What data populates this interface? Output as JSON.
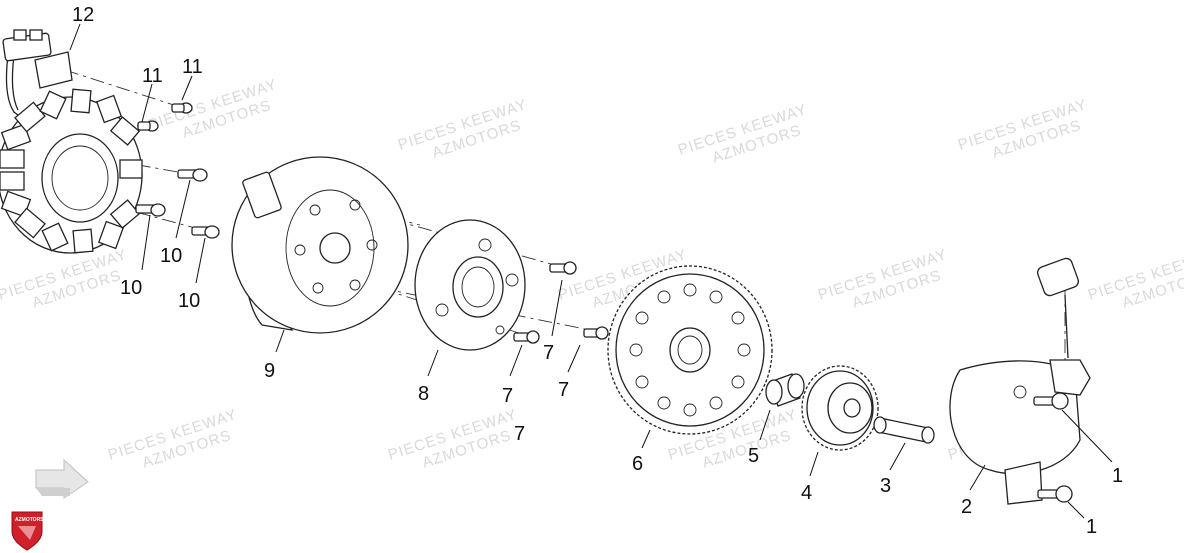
{
  "watermark": {
    "line1": "PIECES KEEWAY",
    "line2": "AZMOTORS"
  },
  "logo": {
    "text": "AZMOTORS",
    "color": "#d0202a"
  },
  "callouts": [
    {
      "id": "c12",
      "text": "12"
    },
    {
      "id": "c11a",
      "text": "11"
    },
    {
      "id": "c11b",
      "text": "11"
    },
    {
      "id": "c10a",
      "text": "10"
    },
    {
      "id": "c10b",
      "text": "10"
    },
    {
      "id": "c10c",
      "text": "10"
    },
    {
      "id": "c9",
      "text": "9"
    },
    {
      "id": "c8",
      "text": "8"
    },
    {
      "id": "c7a",
      "text": "7"
    },
    {
      "id": "c7b",
      "text": "7"
    },
    {
      "id": "c7c",
      "text": "7"
    },
    {
      "id": "c7d",
      "text": "7"
    },
    {
      "id": "c6",
      "text": "6"
    },
    {
      "id": "c5",
      "text": "5"
    },
    {
      "id": "c4",
      "text": "4"
    },
    {
      "id": "c3",
      "text": "3"
    },
    {
      "id": "c2",
      "text": "2"
    },
    {
      "id": "c1a",
      "text": "1"
    },
    {
      "id": "c1b",
      "text": "1"
    }
  ],
  "nav_arrow_icon": "arrow-right-icon"
}
